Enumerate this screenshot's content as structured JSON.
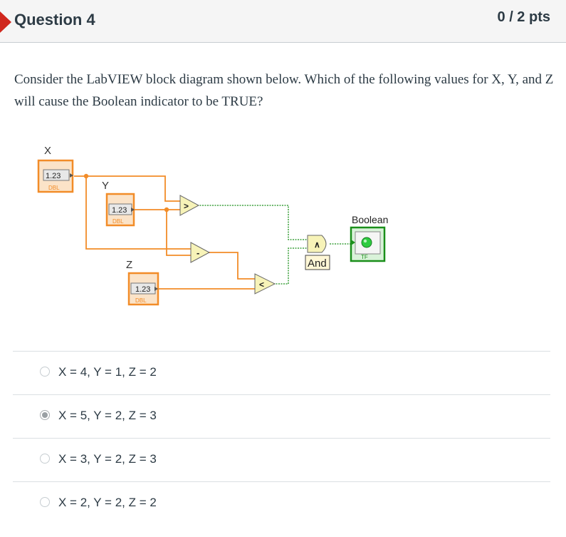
{
  "question": {
    "title": "Question 4",
    "points": "0 / 2 pts",
    "text": "Consider the LabVIEW block diagram shown below.  Which of the following values for X, Y, and Z will cause the Boolean indicator to be TRUE?"
  },
  "diagram": {
    "labels": {
      "x": "X",
      "y": "Y",
      "z": "Z",
      "boolean": "Boolean",
      "and": "And"
    },
    "control_value": "1.23",
    "control_type": "DBL",
    "indicator_type": "TF",
    "and_glyph": "∧",
    "greater_glyph": ">",
    "minus_glyph": "-",
    "less_glyph": "<",
    "colors": {
      "wire_numeric": "#f28c28",
      "wire_boolean": "#1a8f1a",
      "led": "#2ecc40"
    }
  },
  "answers": [
    {
      "label": "X = 4, Y = 1, Z = 2",
      "selected": false
    },
    {
      "label": "X = 5, Y = 2, Z = 3",
      "selected": true
    },
    {
      "label": "X = 3, Y = 2, Z = 3",
      "selected": false
    },
    {
      "label": "X = 2, Y = 2, Z = 2",
      "selected": false
    }
  ]
}
